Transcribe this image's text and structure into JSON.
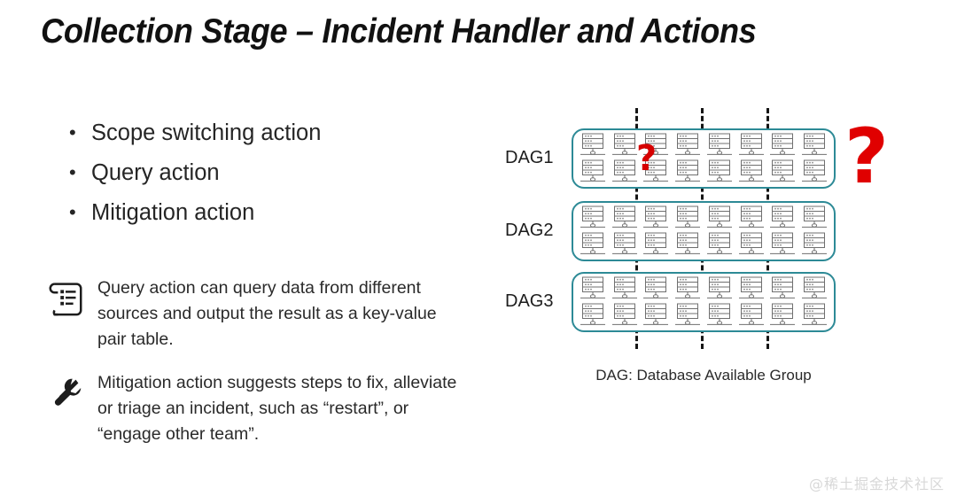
{
  "slide": {
    "title": "Collection Stage –  Incident Handler and Actions"
  },
  "bullets": [
    {
      "label": "Scope switching action"
    },
    {
      "label": "Query action"
    },
    {
      "label": "Mitigation action"
    }
  ],
  "notes": [
    {
      "icon": "scroll-icon",
      "text": "Query action can query data from different sources and output the result as a key-value pair table."
    },
    {
      "icon": "tools-icon",
      "text": "Mitigation action suggests steps to fix, alleviate or triage an incident, such as “restart”, or “engage other team”."
    }
  ],
  "diagram": {
    "rows": [
      {
        "label": "DAG1",
        "columns": 8,
        "servers_per_column": 2,
        "has_question_mark": true,
        "question_mark_column": 3
      },
      {
        "label": "DAG2",
        "columns": 8,
        "servers_per_column": 2,
        "has_question_mark": false
      },
      {
        "label": "DAG3",
        "columns": 8,
        "servers_per_column": 2,
        "has_question_mark": false
      }
    ],
    "separators": 3,
    "question_marks": {
      "big": "?",
      "small": "?"
    },
    "caption": "DAG: Database Available Group",
    "colors": {
      "box_border": "#2d8a96",
      "question_red": "#e00000",
      "server_outline": "#6f6f6f",
      "dash_line": "#151515"
    }
  },
  "watermark": {
    "text": "@稀土掘金技术社区"
  }
}
